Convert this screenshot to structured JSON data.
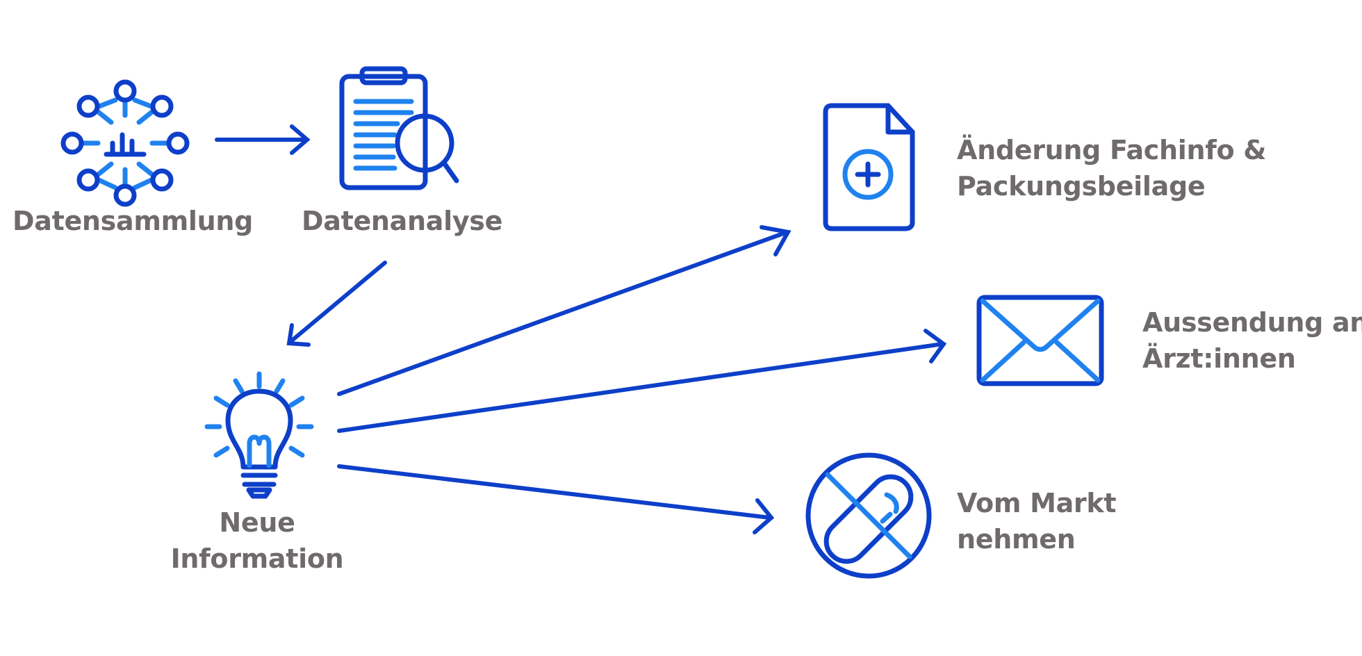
{
  "colors": {
    "dark_blue": "#0d3fc9",
    "light_blue": "#1f82ef",
    "label_gray": "#6f6a6b",
    "background": "#ffffff"
  },
  "nodes": {
    "collection": {
      "label": "Datensammlung",
      "icon": "network-chart-icon"
    },
    "analysis": {
      "label": "Datenanalyse",
      "icon": "clipboard-magnifier-icon"
    },
    "new_info": {
      "label_line1": "Neue",
      "label_line2": "Information",
      "icon": "lightbulb-icon"
    },
    "outcomes": [
      {
        "line1": "Änderung Fachinfo &",
        "line2": "Packungsbeilage",
        "icon": "document-plus-icon"
      },
      {
        "line1": "Aussendung an",
        "line2": "Ärzt:innen",
        "icon": "envelope-icon"
      },
      {
        "line1": "Vom Markt",
        "line2": "nehmen",
        "icon": "crossed-pill-icon"
      }
    ]
  }
}
